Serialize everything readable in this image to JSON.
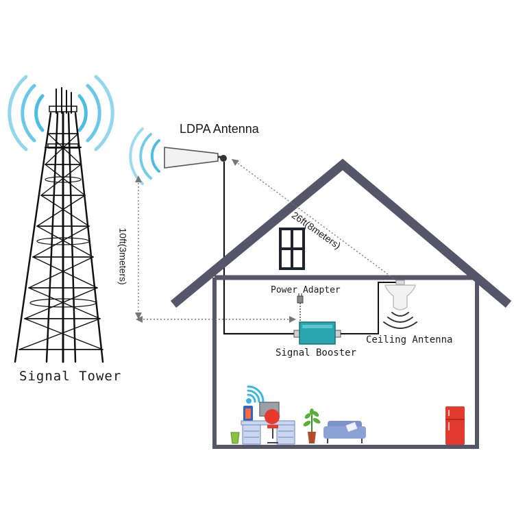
{
  "labels": {
    "signal_tower": "Signal Tower",
    "ldpa_antenna": "LDPA Antenna",
    "power_adapter": "Power Adapter",
    "signal_booster": "Signal Booster",
    "ceiling_antenna": "Ceiling Antenna",
    "vertical_distance": "10ft(3meters)",
    "diagonal_distance": "26ft(8meters)"
  },
  "colors": {
    "signal_wave": "#39b6e0",
    "house_frame": "#55566a",
    "booster": "#2aa6b0",
    "fridge": "#e23b2e",
    "sofa": "#7b93c9",
    "tower": "#111111"
  },
  "icons": [
    "signal-tower-icon",
    "ldpa-antenna-icon",
    "signal-booster-icon",
    "ceiling-antenna-icon",
    "power-adapter-icon",
    "window-icon",
    "desk-icon",
    "chair-icon",
    "plant-icon",
    "sofa-icon",
    "fridge-icon",
    "wifi-icon",
    "phone-icon",
    "monitor-icon",
    "trash-bin-icon"
  ]
}
